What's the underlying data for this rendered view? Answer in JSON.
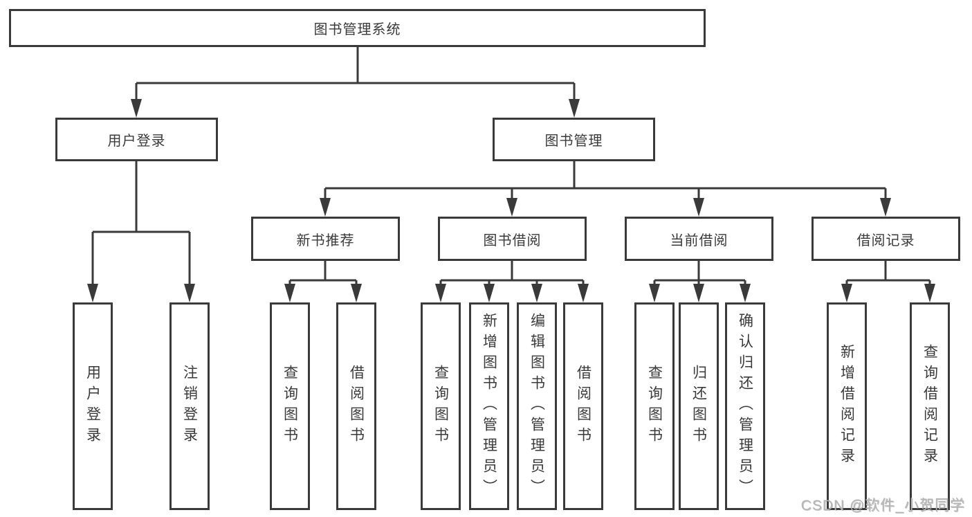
{
  "diagram": {
    "root": {
      "label": "图书管理系统"
    },
    "branches": [
      {
        "label": "用户登录",
        "children": [
          {
            "label": "用户登录"
          },
          {
            "label": "注销登录"
          }
        ]
      },
      {
        "label": "图书管理",
        "children": [
          {
            "label": "新书推荐",
            "children": [
              {
                "label": "查询图书"
              },
              {
                "label": "借阅图书"
              }
            ]
          },
          {
            "label": "图书借阅",
            "children": [
              {
                "label": "查询图书"
              },
              {
                "label": "新增图书（管理员）"
              },
              {
                "label": "编辑图书（管理员）"
              },
              {
                "label": "借阅图书"
              }
            ]
          },
          {
            "label": "当前借阅",
            "children": [
              {
                "label": "查询图书"
              },
              {
                "label": "归还图书"
              },
              {
                "label": "确认归还（管理员）"
              }
            ]
          },
          {
            "label": "借阅记录",
            "children": [
              {
                "label": "新增借阅记录"
              },
              {
                "label": "查询借阅记录"
              }
            ]
          }
        ]
      }
    ]
  },
  "watermark": {
    "text": "CSDN @软件_小贺同学"
  },
  "colors": {
    "line": "#3a3a3a",
    "text": "#3a3a3a",
    "background": "#ffffff",
    "watermark": "#b5b5b5"
  }
}
